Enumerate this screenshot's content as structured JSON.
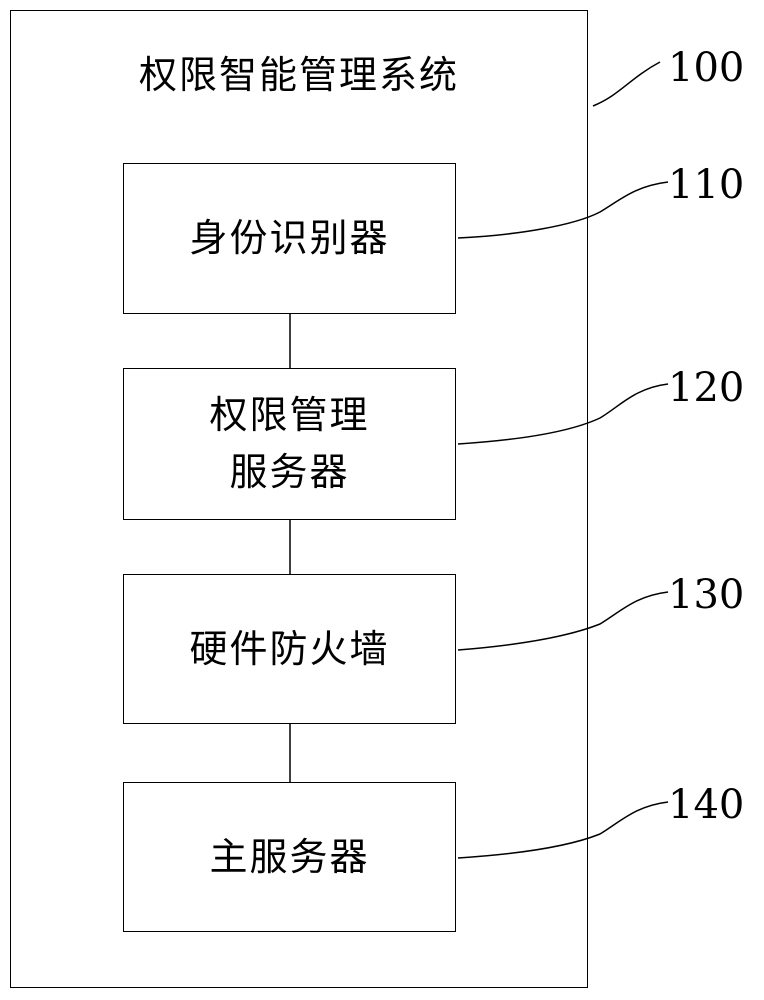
{
  "system": {
    "title": "权限智能管理系统",
    "ref": "100"
  },
  "blocks": [
    {
      "label_lines": [
        "身份识别器"
      ],
      "ref": "110"
    },
    {
      "label_lines": [
        "权限管理",
        "服务器"
      ],
      "ref": "120"
    },
    {
      "label_lines": [
        "硬件防火墙"
      ],
      "ref": "130"
    },
    {
      "label_lines": [
        "主服务器"
      ],
      "ref": "140"
    }
  ]
}
